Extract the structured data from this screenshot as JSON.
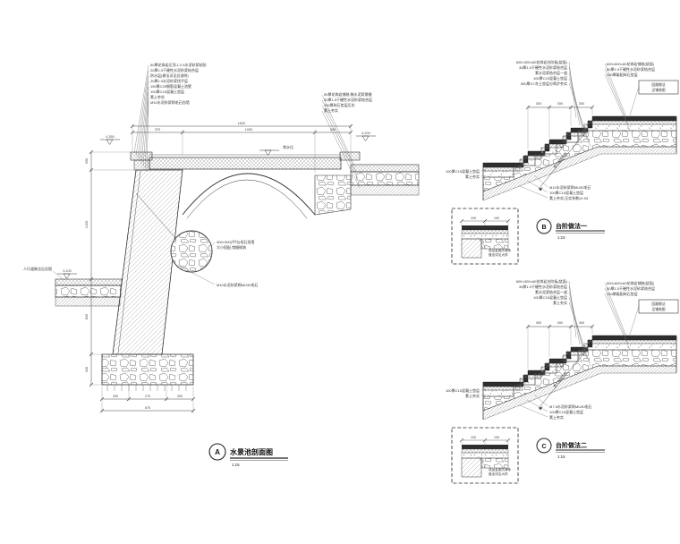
{
  "page": {
    "bg": "#ffffff"
  },
  "a": {
    "tag": "A",
    "title": "水景池剖面图",
    "scale": "1:15",
    "ann_tl": [
      "50厚花岗岩压顶,1:2.5水泥砂浆粘贴",
      "20厚1:3干硬性水泥砂浆结合层",
      "防水层(做法详见总说明)",
      "20厚1:3水泥砂浆找平层",
      "150厚C25钢筋混凝土池壁",
      "100厚C15混凝土垫层",
      "素土夯实",
      "M10水泥砂浆砌毛石挡墙"
    ],
    "ann_tr": [
      "50厚花岗岩铺装,稀水泥浆擦缝",
      "30厚1:3干硬性水泥砂浆结合层",
      "150厚碎石垫层压实",
      "素土夯实"
    ],
    "walkway_note": "人行道做法见总图",
    "water_level": "常水位",
    "detail_note1": "300×300(平均)毛石挡墙",
    "detail_note2": "大小搭配,错缝砌筑",
    "masonry_note": "M10水泥砂浆砌MU30毛石",
    "level1": "4.350",
    "level2": "4.200",
    "level3": "3.100",
    "dims_top": [
      "370",
      "1000",
      "250"
    ],
    "dim_top_total": "1620",
    "dims_left": [
      "200",
      "1220",
      "840",
      "340"
    ],
    "dims_bottom": [
      "200",
      "270",
      "200"
    ],
    "dim_bottom_total": "670"
  },
  "b": {
    "tag": "B",
    "title": "台阶做法一",
    "scale": "1:15",
    "ann_left": [
      "600×300×60花岗岩台阶板(烧面)",
      "30厚1:3干硬性水泥砂浆结合层",
      "素水泥浆结合层一道",
      "100厚C15混凝土垫层",
      "300厚3:7灰土垫层分两步夯实"
    ],
    "ann_right": [
      "600×600×60花岗岩铺装(烧面)",
      "30厚1:3干硬性水泥砂浆结合层",
      "150厚级配碎石垫层"
    ],
    "box_note1": "园路做法",
    "box_note2": "见铺装图",
    "ann_lower_left": [
      "100厚C15混凝土垫层",
      "素土夯实"
    ],
    "ann_below": [
      "M10水泥砂浆砌MU30毛石",
      "100厚C15混凝土垫层",
      "素土夯实,压实系数≥0.93"
    ],
    "slope_note": "素土放坡夯实",
    "tread_dims": [
      "300",
      "300",
      "300"
    ],
    "detail_dims": [
      "100",
      "100"
    ],
    "detail_note1": "成品金属防滑条",
    "detail_note2": "做法详见大样"
  },
  "c": {
    "tag": "C",
    "title": "台阶做法二",
    "scale": "1:15",
    "ann_left": [
      "600×300×60花岗岩台阶板(烧面)",
      "30厚1:3干硬性水泥砂浆结合层",
      "素水泥浆结合层一道",
      "100厚C15混凝土垫层",
      "素土夯实"
    ],
    "ann_right": [
      "600×600×60花岗岩铺装(烧面)",
      "30厚1:3干硬性水泥砂浆结合层",
      "150厚级配碎石垫层"
    ],
    "box_note1": "园路做法",
    "box_note2": "见铺装图",
    "ann_lower_left": [
      "100厚C15混凝土垫层",
      "素土夯实"
    ],
    "ann_below": [
      "M7.5水泥砂浆砌MU30毛石",
      "100厚C15混凝土垫层",
      "素土夯实"
    ],
    "slope_note": "素土放坡夯实",
    "tread_dims": [
      "300",
      "300",
      "300"
    ],
    "detail_dims": [
      "100",
      "100"
    ],
    "detail_note1": "成品金属防滑条",
    "detail_note2": "做法详见大样"
  }
}
